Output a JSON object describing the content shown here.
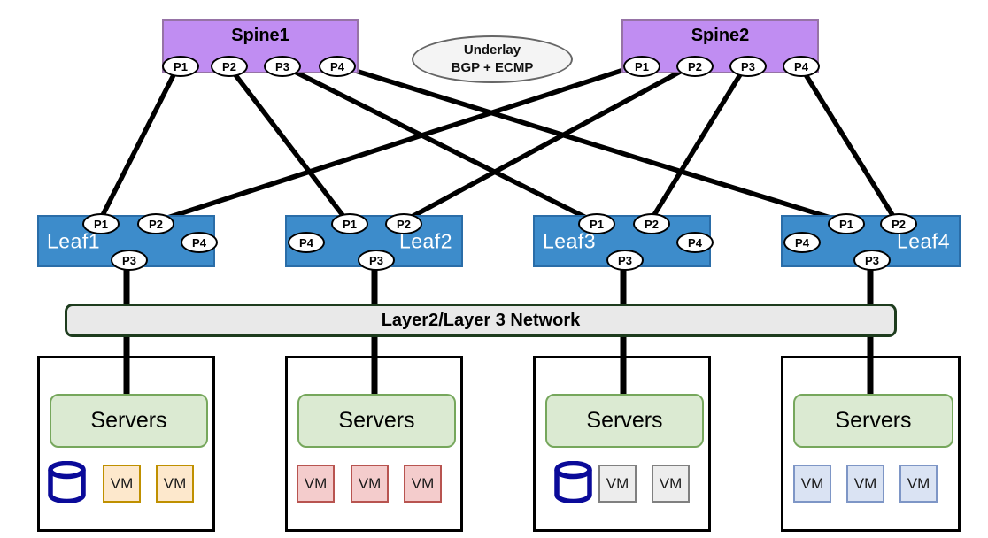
{
  "underlay": {
    "line1": "Underlay",
    "line2": "BGP + ECMP"
  },
  "network_bar": {
    "label": "Layer2/Layer 3 Network"
  },
  "spines": [
    {
      "name": "Spine1",
      "ports": [
        "P1",
        "P2",
        "P3",
        "P4"
      ]
    },
    {
      "name": "Spine2",
      "ports": [
        "P1",
        "P2",
        "P3",
        "P4"
      ]
    }
  ],
  "leaves": [
    {
      "name": "Leaf1",
      "ports": [
        "P1",
        "P2",
        "P3",
        "P4"
      ]
    },
    {
      "name": "Leaf2",
      "ports": [
        "P1",
        "P2",
        "P3",
        "P4"
      ]
    },
    {
      "name": "Leaf3",
      "ports": [
        "P1",
        "P2",
        "P3",
        "P4"
      ]
    },
    {
      "name": "Leaf4",
      "ports": [
        "P1",
        "P2",
        "P3",
        "P4"
      ]
    }
  ],
  "server_groups": [
    {
      "label": "Servers",
      "has_database": true,
      "vm_style": "orange",
      "vms": [
        "VM",
        "VM"
      ]
    },
    {
      "label": "Servers",
      "has_database": false,
      "vm_style": "red",
      "vms": [
        "VM",
        "VM",
        "VM"
      ]
    },
    {
      "label": "Servers",
      "has_database": true,
      "vm_style": "gray",
      "vms": [
        "VM",
        "VM"
      ]
    },
    {
      "label": "Servers",
      "has_database": false,
      "vm_style": "blue",
      "vms": [
        "VM",
        "VM",
        "VM"
      ]
    }
  ],
  "connections": {
    "spine_leaf": [
      {
        "from": "Spine1.P1",
        "to": "Leaf1.P1"
      },
      {
        "from": "Spine1.P2",
        "to": "Leaf2.P1"
      },
      {
        "from": "Spine1.P3",
        "to": "Leaf3.P1"
      },
      {
        "from": "Spine1.P4",
        "to": "Leaf4.P1"
      },
      {
        "from": "Spine2.P1",
        "to": "Leaf1.P2"
      },
      {
        "from": "Spine2.P2",
        "to": "Leaf2.P2"
      },
      {
        "from": "Spine2.P3",
        "to": "Leaf3.P2"
      },
      {
        "from": "Spine2.P4",
        "to": "Leaf4.P2"
      }
    ],
    "leaf_servers": [
      {
        "from": "Leaf1.P3",
        "via": "Layer2/Layer 3 Network",
        "to": "Servers group 1"
      },
      {
        "from": "Leaf2.P3",
        "via": "Layer2/Layer 3 Network",
        "to": "Servers group 2"
      },
      {
        "from": "Leaf3.P3",
        "via": "Layer2/Layer 3 Network",
        "to": "Servers group 3"
      },
      {
        "from": "Leaf4.P3",
        "via": "Layer2/Layer 3 Network",
        "to": "Servers group 4"
      }
    ]
  },
  "colors": {
    "spine_fill": "#c08df2",
    "spine_border": "#9673a6",
    "leaf_fill": "#3d8ccb",
    "leaf_border": "#2a6da8",
    "underlay_fill": "#f4f4f4",
    "underlay_border": "#666666",
    "network_bar_fill": "#e9e9e9",
    "network_bar_border": "#1e3c1e",
    "servers_fill": "#dbead2",
    "servers_border": "#76a75c",
    "vm_orange_fill": "#fde8cc",
    "vm_orange_border": "#bf9000",
    "vm_red_fill": "#f4cccc",
    "vm_red_border": "#b85450",
    "vm_gray_fill": "#ededed",
    "vm_gray_border": "#808080",
    "vm_blue_fill": "#dae3f3",
    "vm_blue_border": "#7e96c6",
    "database_icon": "#0a0a99",
    "port_fill": "#ffffff",
    "link_line": "#000000"
  }
}
